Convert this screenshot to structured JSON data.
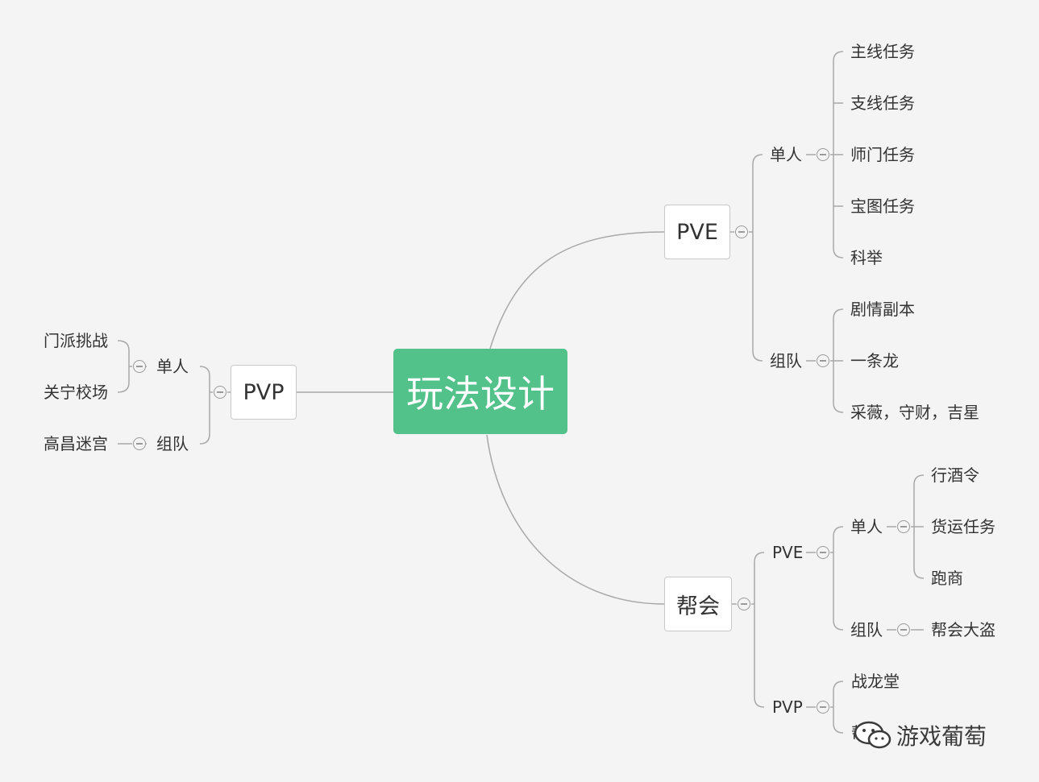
{
  "root": {
    "label": "玩法设计"
  },
  "pvp": {
    "label": "PVP",
    "solo": {
      "label": "单人",
      "items": [
        "门派挑战",
        "关宁校场"
      ]
    },
    "team": {
      "label": "组队",
      "items": [
        "高昌迷宫"
      ]
    }
  },
  "pve": {
    "label": "PVE",
    "solo": {
      "label": "单人",
      "items": [
        "主线任务",
        "支线任务",
        "师门任务",
        "宝图任务",
        "科举"
      ]
    },
    "team": {
      "label": "组队",
      "items": [
        "剧情副本",
        "一条龙",
        "采薇，守财，吉星"
      ]
    }
  },
  "guild": {
    "label": "帮会",
    "pve": {
      "label": "PVE",
      "solo": {
        "label": "单人",
        "items": [
          "行酒令",
          "货运任务",
          "跑商"
        ]
      },
      "team": {
        "label": "组队",
        "items": [
          "帮会大盗"
        ]
      }
    },
    "pvp": {
      "label": "PVP",
      "items": [
        "战龙堂",
        "帮"
      ]
    }
  },
  "watermark": {
    "text": "游戏葡萄"
  },
  "colors": {
    "root_fill": "#52c28a",
    "line": "#a8a8a8",
    "background": "#f4f4f4"
  }
}
